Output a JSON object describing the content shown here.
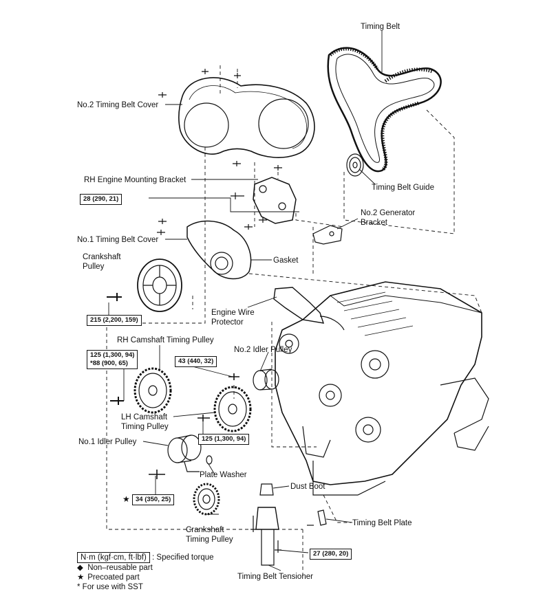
{
  "labels": {
    "timing_belt": "Timing Belt",
    "no2_timing_belt_cover": "No.2 Timing Belt Cover",
    "rh_engine_mounting_bracket": "RH Engine Mounting Bracket",
    "timing_belt_guide": "Timing Belt Guide",
    "no2_generator_bracket_l1": "No.2 Generator",
    "no2_generator_bracket_l2": "Bracket",
    "no1_timing_belt_cover": "No.1 Timing Belt Cover",
    "crankshaft_pulley_l1": "Crankshaft",
    "crankshaft_pulley_l2": "Pulley",
    "gasket": "Gasket",
    "engine_wire_protector_l1": "Engine Wire",
    "engine_wire_protector_l2": "Protector",
    "rh_camshaft_timing_pulley": "RH Camshaft Timing Pulley",
    "no2_idler_pulley": "No.2 Idler Pulley",
    "lh_camshaft_timing_pulley_l1": "LH Camshaft",
    "lh_camshaft_timing_pulley_l2": "Timing Pulley",
    "no1_idler_pulley": "No.1 Idler Pulley",
    "plate_washer": "Plate Washer",
    "dust_boot": "Dust Boot",
    "timing_belt_plate": "Timing Belt Plate",
    "crankshaft_timing_pulley_l1": "Crankshaft",
    "crankshaft_timing_pulley_l2": "Timing Pulley",
    "timing_belt_tensioner": "Timing Belt Tensioner"
  },
  "torques": {
    "t28": "28 (290, 21)",
    "t215": "215 (2,200, 159)",
    "t125a_l1": "125  (1,300, 94)",
    "t125a_l2": "*88 (900, 65)",
    "t43": "43 (440, 32)",
    "t125b": "125 (1,300, 94)",
    "star": "★",
    "t34": "34 (350, 25)",
    "t27": "27 (280, 20)"
  },
  "legend": {
    "unit_box": "N·m (kgf·cm, ft·lbf)",
    "unit_desc": ": Specified torque",
    "diamond": "◆",
    "non_reusable": "Non–reusable part",
    "star": "★",
    "precoated": "Precoated part",
    "sst": "* For use with SST"
  }
}
